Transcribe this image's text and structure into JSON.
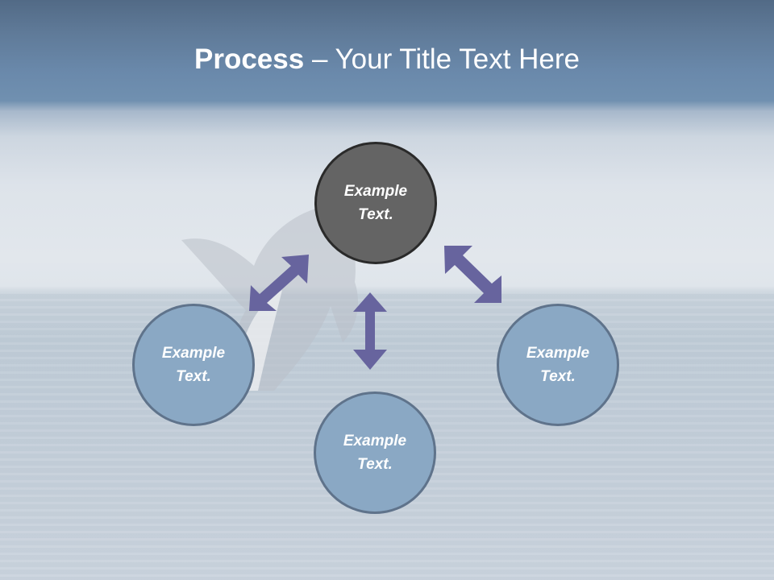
{
  "slide": {
    "title": {
      "bold": "Process",
      "rest": " – Your Title Text Here"
    },
    "nodes": [
      {
        "id": "top",
        "line1": "Example",
        "line2": "Text.",
        "color": "#646464"
      },
      {
        "id": "left",
        "line1": "Example",
        "line2": "Text.",
        "color": "#8aa8c4"
      },
      {
        "id": "bottom",
        "line1": "Example",
        "line2": "Text.",
        "color": "#8aa8c4"
      },
      {
        "id": "right",
        "line1": "Example",
        "line2": "Text.",
        "color": "#8aa8c4"
      }
    ],
    "arrows": [
      {
        "from": "top",
        "to": "left",
        "type": "double-headed"
      },
      {
        "from": "top",
        "to": "bottom",
        "type": "double-headed"
      },
      {
        "from": "top",
        "to": "right",
        "type": "double-headed"
      }
    ],
    "colors": {
      "arrow": "#67649e",
      "header": "#6a89ab",
      "center_node": "#646464",
      "outer_node": "#8aa8c4"
    }
  }
}
